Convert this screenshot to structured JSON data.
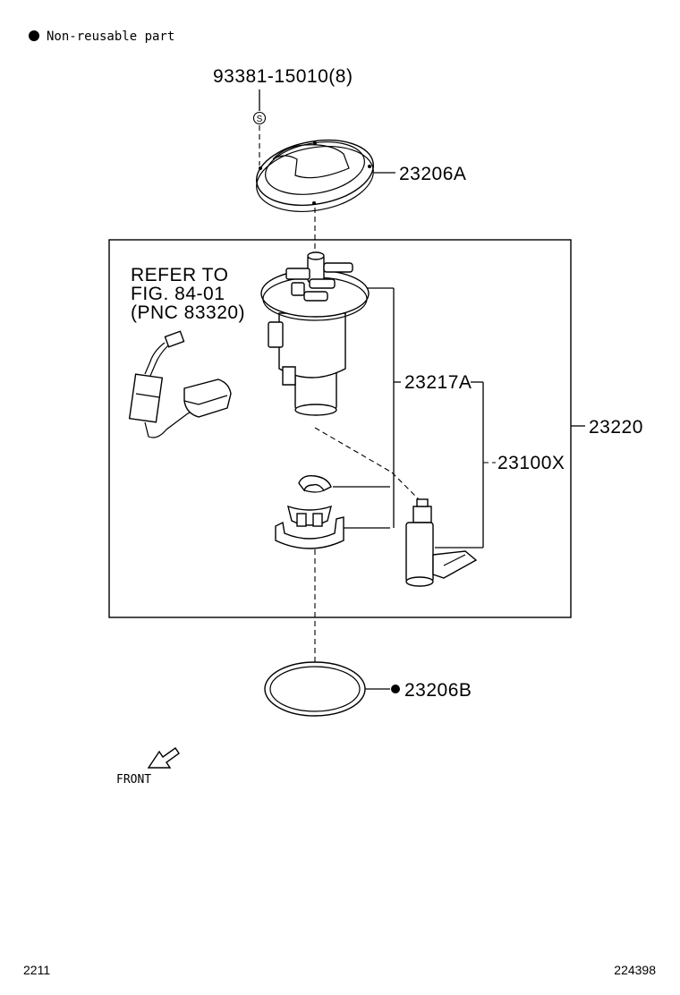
{
  "legend": {
    "symbol": "●",
    "text": "Non-reusable part"
  },
  "labels": {
    "bolt": "93381-15010(8)",
    "bolt_symbol": "S",
    "plate": "23206A",
    "pump_bracket": "23217A",
    "assembly": "23220",
    "pump": "23100X",
    "gasket_symbol": "●",
    "gasket": "23206B"
  },
  "refer": {
    "line1": "REFER TO",
    "line2": "FIG. 84-01",
    "line3": "(PNC 83320)"
  },
  "front_label": "FRONT",
  "footer": {
    "left": "2211",
    "right": "224398"
  }
}
